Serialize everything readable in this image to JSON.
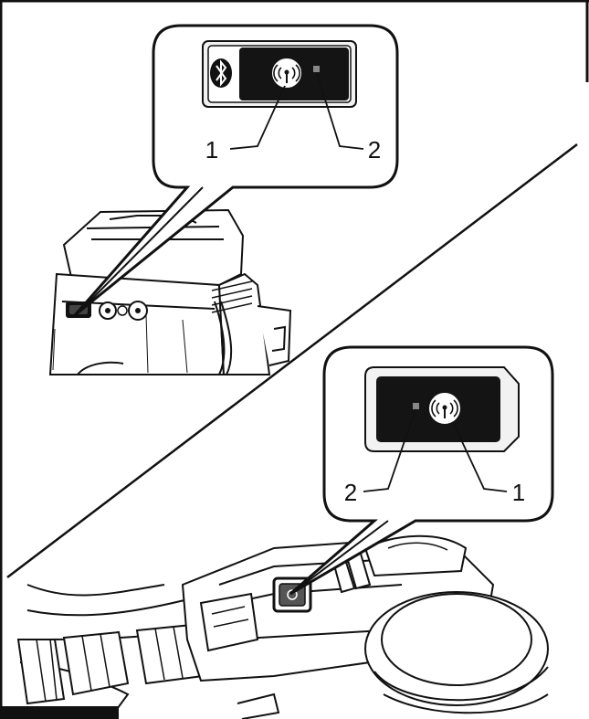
{
  "callouts": {
    "top": {
      "label_1": "1",
      "label_2": "2"
    },
    "bottom": {
      "label_1": "1",
      "label_2": "2"
    }
  },
  "icons": {
    "bluetooth": "bluetooth-icon",
    "wireless_activation": "wireless-activation-icon",
    "indicator_lamp": "indicator-lamp"
  },
  "colors": {
    "ink": "#111111",
    "panel": "#141414",
    "paper": "#ffffff"
  }
}
